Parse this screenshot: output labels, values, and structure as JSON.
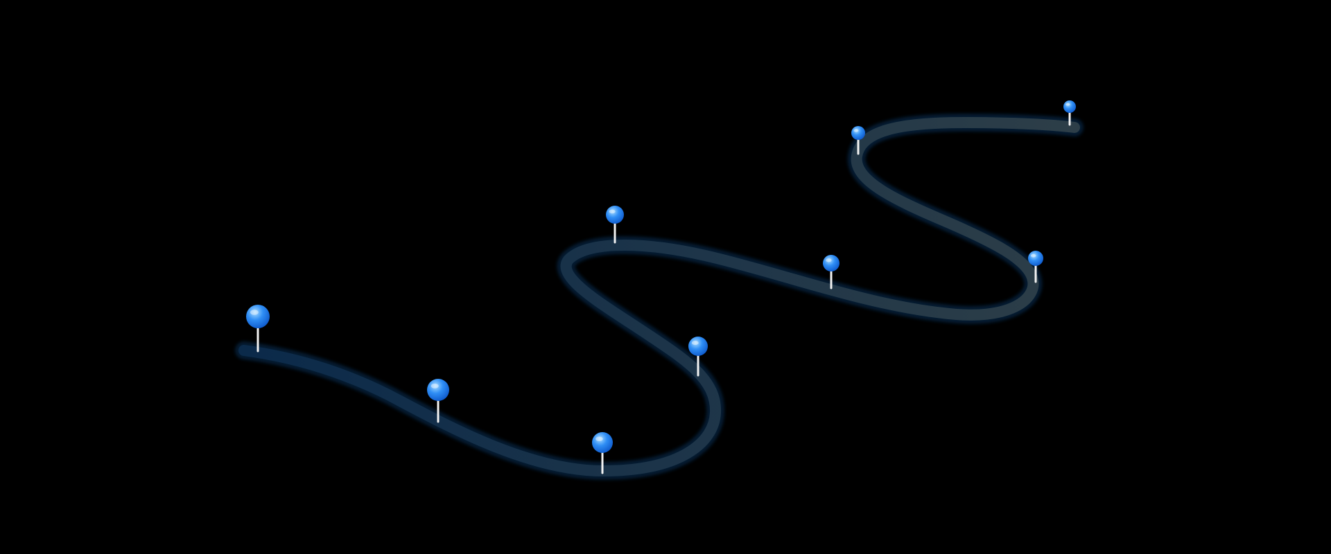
{
  "colors": {
    "background": "#000000",
    "path_start": "#0b2a4a",
    "path_end": "#2d3e48",
    "path_glow": "#0a4d8c",
    "pin_head_light": "#a8dcff",
    "pin_head_mid": "#2f8ef5",
    "pin_head_dark": "#0b55c8",
    "pin_stem": "#f2f2f2"
  },
  "path": {
    "shape": "s-curve-winding-road",
    "style": "glowing-tube"
  },
  "pins": [
    {
      "id": "pin-1",
      "icon": "location-pin-icon",
      "size": "large"
    },
    {
      "id": "pin-2",
      "icon": "location-pin-icon",
      "size": "large"
    },
    {
      "id": "pin-3",
      "icon": "location-pin-icon",
      "size": "large"
    },
    {
      "id": "pin-4",
      "icon": "location-pin-icon",
      "size": "medium"
    },
    {
      "id": "pin-5",
      "icon": "location-pin-icon",
      "size": "medium"
    },
    {
      "id": "pin-6",
      "icon": "location-pin-icon",
      "size": "medium"
    },
    {
      "id": "pin-7",
      "icon": "location-pin-icon",
      "size": "small"
    },
    {
      "id": "pin-8",
      "icon": "location-pin-icon",
      "size": "small"
    },
    {
      "id": "pin-9",
      "icon": "location-pin-icon",
      "size": "small"
    }
  ]
}
